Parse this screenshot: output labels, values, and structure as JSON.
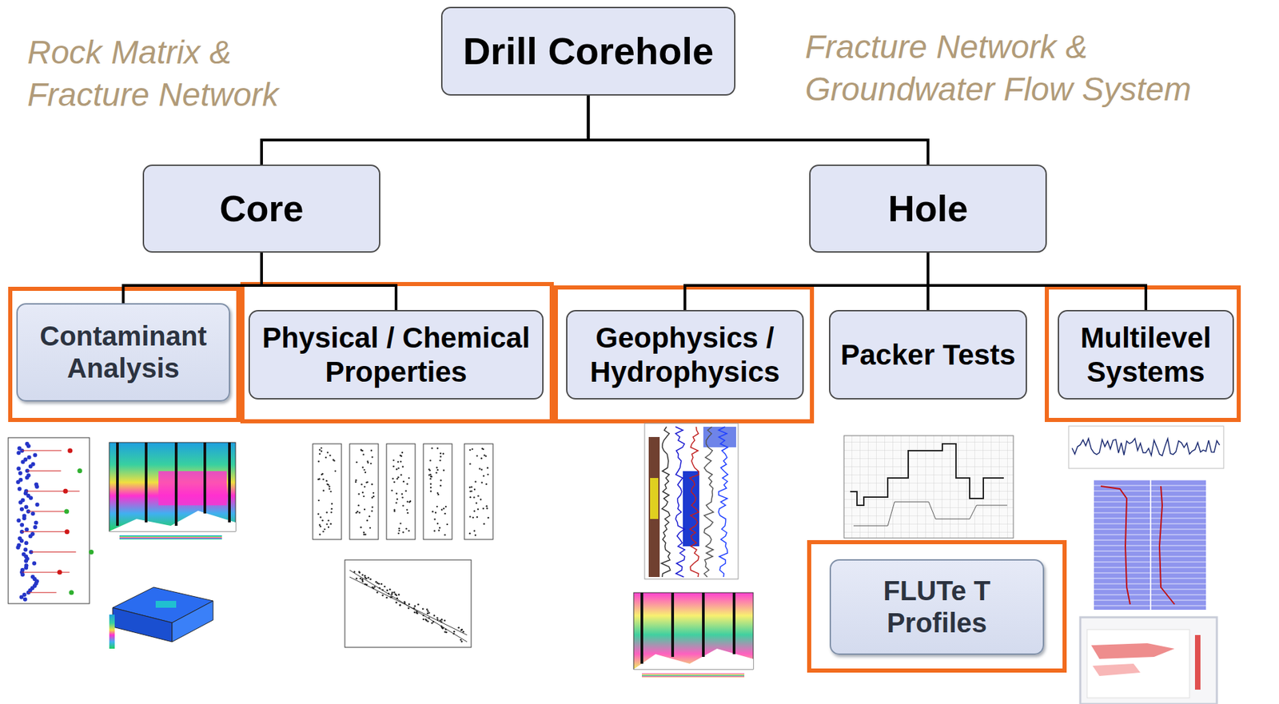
{
  "diagram": {
    "nodes": [
      {
        "text": [
          "Drill Corehole"
        ]
      },
      {
        "text": [
          "Core"
        ]
      },
      {
        "text": [
          "Hole"
        ]
      },
      {
        "text": [
          "Contaminant Analysis"
        ]
      },
      {
        "text": [
          "Physical / Chemical Properties"
        ]
      },
      {
        "text": [
          "Geophysics / Hydrophysics"
        ]
      },
      {
        "text": [
          "Packer Tests"
        ]
      },
      {
        "text": [
          "Multilevel Systems"
        ]
      },
      {
        "text": [
          "FLUTe T Profiles"
        ]
      }
    ],
    "edges": [
      {
        "from": 0,
        "to": 1,
        "arrow": "none"
      },
      {
        "from": 0,
        "to": 2,
        "arrow": "none"
      },
      {
        "from": 1,
        "to": 3,
        "arrow": "none"
      },
      {
        "from": 1,
        "to": 4,
        "arrow": "none"
      },
      {
        "from": 2,
        "to": 5,
        "arrow": "none"
      },
      {
        "from": 2,
        "to": 6,
        "arrow": "none"
      },
      {
        "from": 2,
        "to": 7,
        "arrow": "none"
      }
    ],
    "labels": [
      "Rock Matrix & Fracture Network",
      "Fracture Network & Groundwater Flow System"
    ]
  }
}
